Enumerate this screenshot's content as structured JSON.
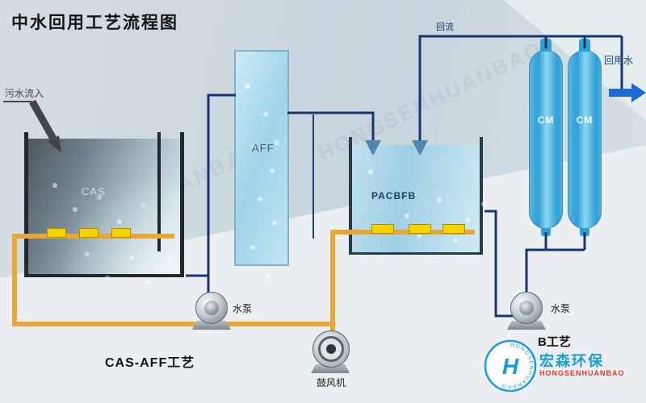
{
  "title": "中水回用工艺流程图",
  "labels": {
    "inflow": "污水流入",
    "reflux": "回流",
    "reuse": "回用水",
    "pump_left": "水泵",
    "pump_right": "水泵",
    "blower": "鼓风机",
    "process_left": "CAS-AFF工艺",
    "process_right": "B工艺"
  },
  "units": {
    "cas": "CAS",
    "aff": "AFF",
    "pacbfb": "PACBFB",
    "cm_left": "CM",
    "cm_right": "CM"
  },
  "logo": {
    "cn": "宏森环保",
    "en": "HONGSENHUANBAO",
    "mark": "H"
  },
  "colors": {
    "air_pipe_orange": "#e9a733",
    "water_pipe_navy": "#17356e",
    "tank_arrow_blue": "#4e86b0",
    "reuse_arrow_blue": "#1b6bd0",
    "diffuser_yellow": "#f7d400",
    "brand_blue": "#1a9cd8",
    "brand_red": "#d93a2e",
    "background_blue": "#c8d5de"
  }
}
